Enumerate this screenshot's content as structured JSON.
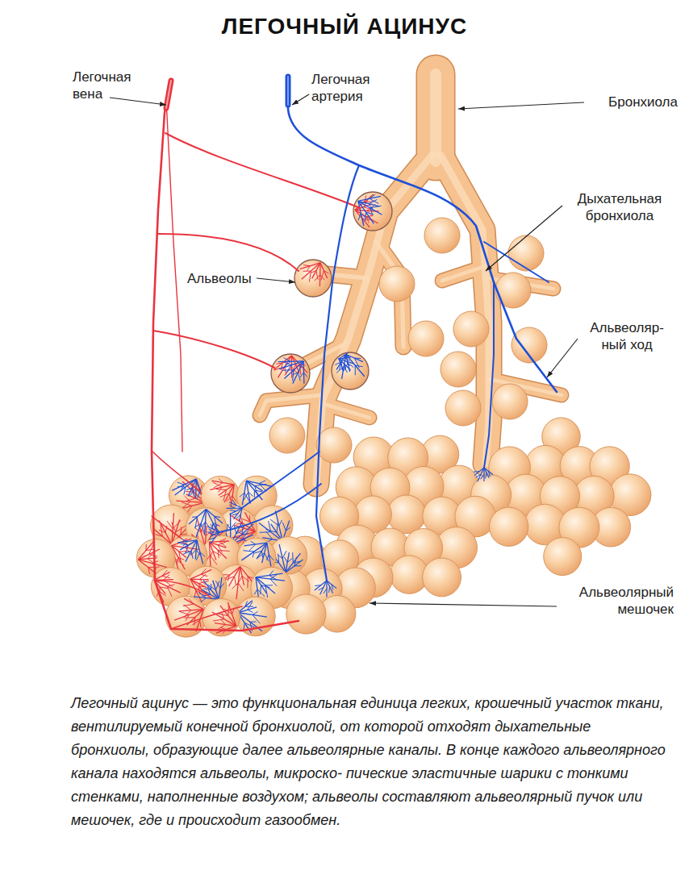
{
  "diagram": {
    "title": "ЛЕГОЧНЫЙ АЦИНУС",
    "caption": "Легочный ацинус — это функциональная единица легких, крошечный участок ткани, вентилируемый конечной бронхиолой, от которой отходят дыхательные бронхиолы, образующие далее альвеолярные каналы. В конце каждого альвеолярного канала находятся альвеолы, микроско- пические эластичные шарики с тонкими стенками, наполненные воздухом; альвеолы составляют альвеолярный пучок или мешочек, где и происходит газообмен.",
    "labels": [
      "Легочная вена",
      "Легочная артерия",
      "Бронхиола",
      "Дыхательная бронхиола",
      "Альвеолы",
      "Альвеоляр- ный ход",
      "Альвеолярный мешочек"
    ]
  }
}
